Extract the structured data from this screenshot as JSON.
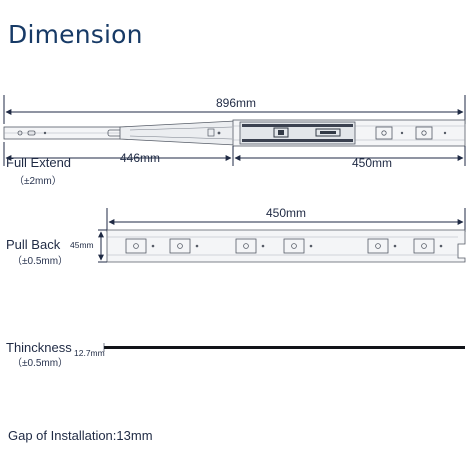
{
  "title": "Dimension",
  "full_extend": {
    "label": "Full Extend",
    "tolerance": "（±2mm）",
    "overall": "896mm",
    "left_part": "446mm",
    "right_part": "450mm"
  },
  "pull_back": {
    "label": "Pull Back",
    "tolerance": "（±0.5mm）",
    "length": "450mm",
    "height": "45mm"
  },
  "thickness": {
    "label": "Thinckness",
    "tolerance": "（±0.5mm）",
    "value": "12.7mm"
  },
  "gap": {
    "label": "Gap of Installation:13mm"
  },
  "colors": {
    "title": "#173a66",
    "line": "#1f2a44",
    "rail_fill": "#f4f5f7",
    "rail_stroke": "#555b66"
  }
}
